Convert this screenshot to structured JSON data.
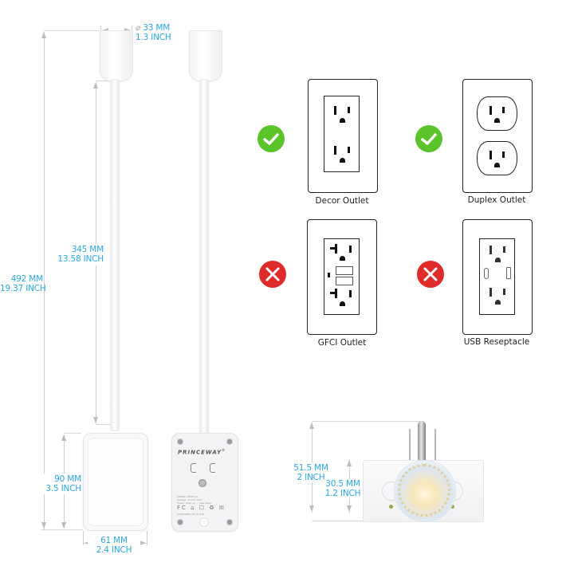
{
  "dimensions": {
    "head_diameter": {
      "mm": "33 MM",
      "inch": "1.3 INCH",
      "symbol": "⌀"
    },
    "gooseneck_length": {
      "mm": "345 MM",
      "inch": "13.58 INCH"
    },
    "total_length": {
      "mm": "492 MM",
      "inch": "19.37 INCH"
    },
    "base_height": {
      "mm": "90 MM",
      "inch": "3.5 INCH"
    },
    "base_width": {
      "mm": "61 MM",
      "inch": "2.4 INCH"
    },
    "nightlight_total_height": {
      "mm": "51.5 MM",
      "inch": "2 INCH"
    },
    "nightlight_body_height": {
      "mm": "30.5 MM",
      "inch": "1.2 INCH"
    }
  },
  "product": {
    "brand": "PRINCEWAY",
    "brand_mark": "®",
    "spec_lines": [
      "MODEL: HOSE-01",
      "Voltage: AC110-120V",
      "Power: 60W (a) ... (see label)"
    ],
    "cert_marks": "FC ⌂ ☐ ♻ ☒",
    "conform_line": "CONFORMS TO UL STD"
  },
  "compatibility": {
    "colors": {
      "ok": "#5bc42a",
      "no": "#e02b2b"
    },
    "items": [
      {
        "label": "Decor Outlet",
        "status": "compatible",
        "icon": "check-icon"
      },
      {
        "label": "Duplex Outlet",
        "status": "compatible",
        "icon": "check-icon"
      },
      {
        "label": "GFCI Outlet",
        "status": "incompatible",
        "icon": "cross-icon"
      },
      {
        "label": "USB Reseptacle",
        "status": "incompatible",
        "icon": "cross-icon"
      }
    ]
  },
  "accent_color": "#2aa7e0"
}
